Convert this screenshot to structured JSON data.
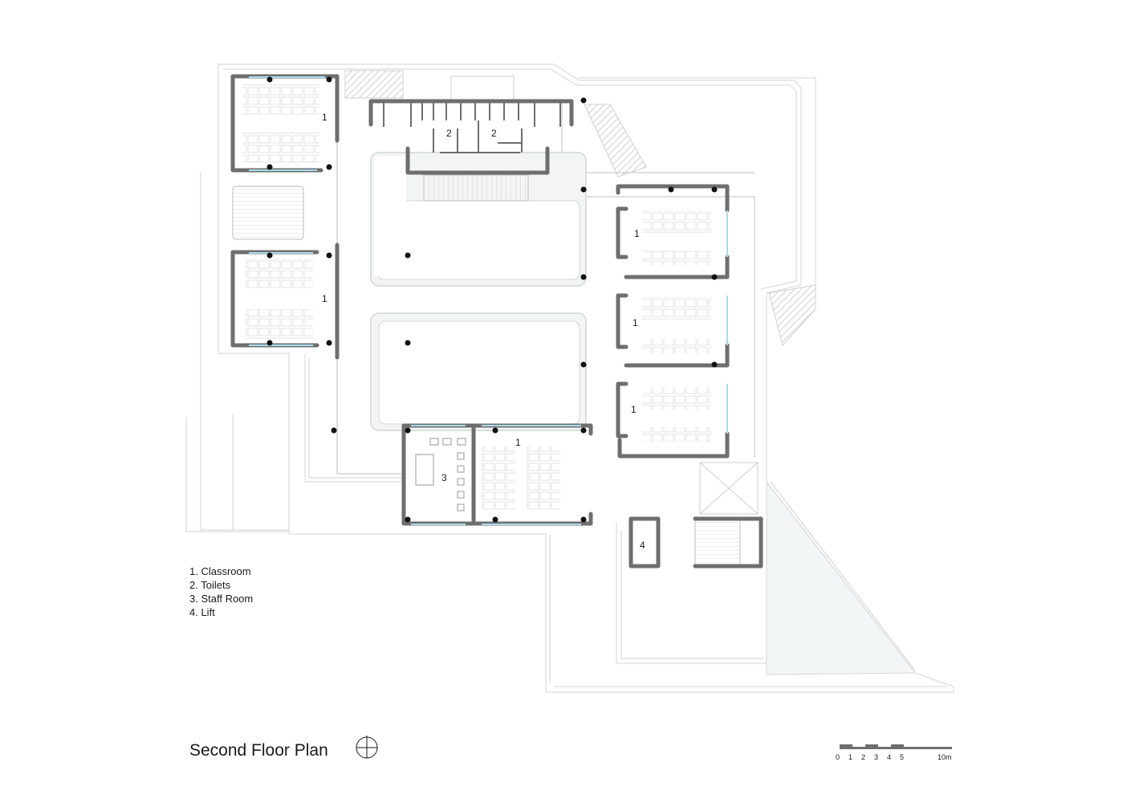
{
  "title": "Second Floor Plan",
  "legend": [
    "1. Classroom",
    "2. Toilets",
    "3. Staff Room",
    "4. Lift"
  ],
  "room_labels": {
    "classroom": "1",
    "toilets": "2",
    "staff_room": "3",
    "lift": "4"
  },
  "scale_bar": {
    "ticks": [
      "0",
      "1",
      "2",
      "3",
      "4",
      "5"
    ],
    "end_label": "10m"
  },
  "colors": {
    "wall": "#6e6e6e",
    "glazing": "#a9dceb",
    "outline": "#d8d8d8",
    "column": "#111111"
  }
}
